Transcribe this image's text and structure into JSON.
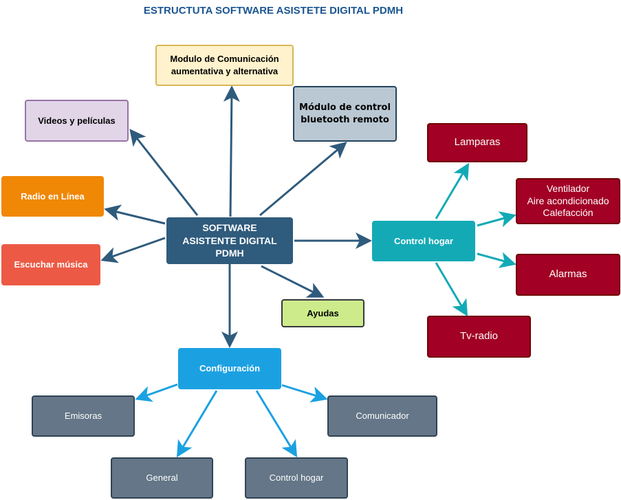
{
  "title": "ESTRUCTUTA SOFTWARE ASISTETE DIGITAL PDMH",
  "center": "SOFTWARE\nASISTENTE DIGITAL\nPDMH",
  "modules": {
    "comunicacion": "Modulo de  Comunicación\naumentativa y alternativa",
    "bluetooth": "Módulo de control\nbluetooth remoto",
    "videos": "Videos y películas",
    "radio": "Radio en Línea",
    "musica": "Escuchar música",
    "ayudas": "Ayudas",
    "configuracion": "Configuración",
    "control_hogar": "Control hogar"
  },
  "control_hogar_items": [
    "Lamparas",
    "Ventilador\nAire acondicionado\nCalefacción",
    "Alarmas",
    "Tv-radio"
  ],
  "configuracion_items": [
    "Emisoras",
    "General",
    "Control hogar",
    "Comunicador"
  ],
  "colors": {
    "primary": "#2f5b7c",
    "teal": "#13aab6",
    "blue": "#1ba1e2",
    "red": "#a20025",
    "slate": "#647687"
  }
}
